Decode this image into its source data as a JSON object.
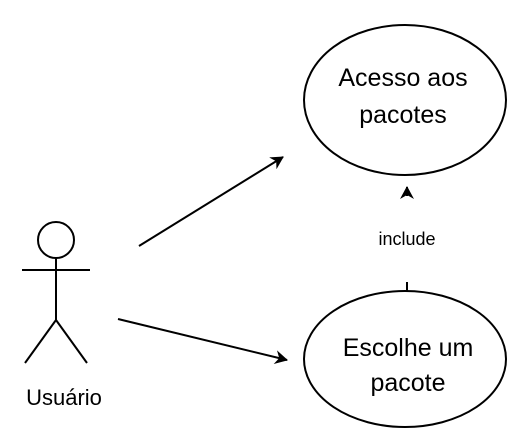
{
  "diagram": {
    "type": "use-case",
    "actor": {
      "label": "Usuário"
    },
    "use_cases": [
      {
        "id": "acesso",
        "lines": [
          "Acesso aos",
          "pacotes"
        ]
      },
      {
        "id": "escolhe",
        "lines": [
          "Escolhe um",
          "pacote"
        ]
      }
    ],
    "relationships": [
      {
        "from": "actor",
        "to": "acesso",
        "kind": "association"
      },
      {
        "from": "actor",
        "to": "escolhe",
        "kind": "association"
      },
      {
        "from": "escolhe",
        "to": "acesso",
        "kind": "dependency",
        "label": "include"
      }
    ]
  }
}
